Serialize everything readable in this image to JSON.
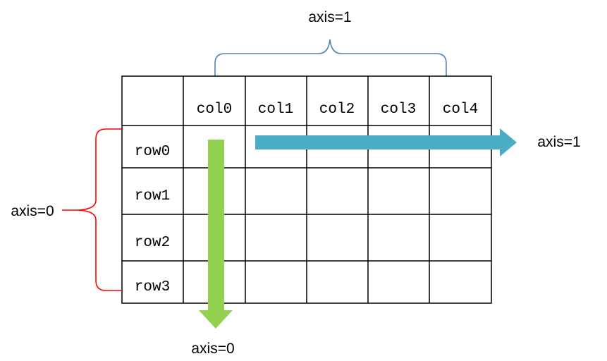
{
  "diagram": {
    "columns": [
      "col0",
      "col1",
      "col2",
      "col3",
      "col4"
    ],
    "rows": [
      "row0",
      "row1",
      "row2",
      "row3"
    ],
    "top_axis_label": "axis=1",
    "right_axis_label": "axis=1",
    "left_axis_label": "axis=0",
    "bottom_axis_label": "axis=0",
    "colors": {
      "horizontal_arrow": "#4bacc6",
      "vertical_arrow": "#92d050",
      "row_brace": "#ff0000",
      "column_brace": "#4f81bd",
      "grid": "#000000"
    }
  }
}
